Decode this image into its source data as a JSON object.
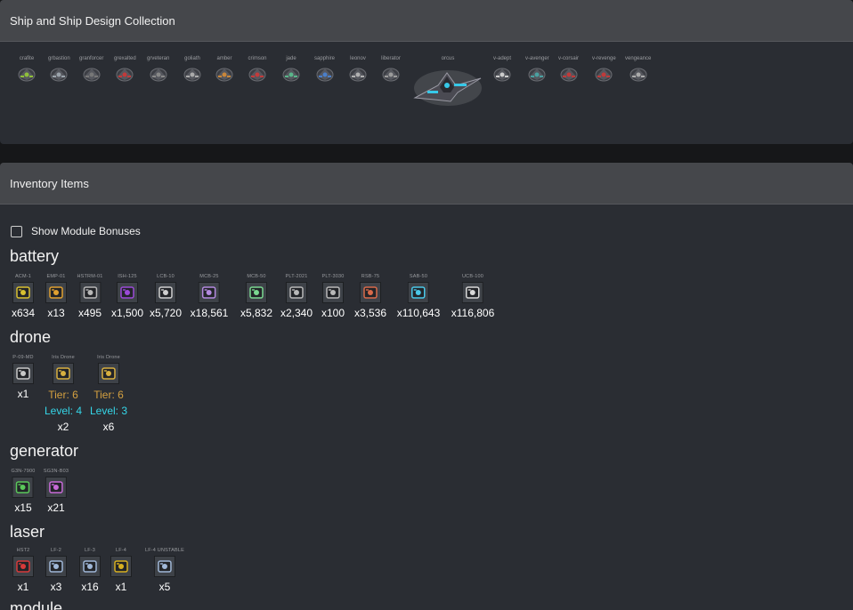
{
  "ships_panel": {
    "title": "Ship and Ship Design Collection",
    "ships": [
      {
        "label": "crafite",
        "color": "#8fbf3a"
      },
      {
        "label": "grbastion",
        "color": "#9aa2aa"
      },
      {
        "label": "granforcer",
        "color": "#777777"
      },
      {
        "label": "grexalted",
        "color": "#c03a3a"
      },
      {
        "label": "grveteran",
        "color": "#888888"
      },
      {
        "label": "goliath",
        "color": "#aaaaaa"
      },
      {
        "label": "amber",
        "color": "#c8863a"
      },
      {
        "label": "crimson",
        "color": "#c23b3b"
      },
      {
        "label": "jade",
        "color": "#5ab58a"
      },
      {
        "label": "sapphire",
        "color": "#4a7ec8"
      },
      {
        "label": "leonov",
        "color": "#b0b0b0"
      },
      {
        "label": "liberator",
        "color": "#9a9a9a"
      },
      {
        "label": "orcus",
        "color": "#36c8e8"
      },
      {
        "label": "v-adept",
        "color": "#cccccc"
      },
      {
        "label": "v-avenger",
        "color": "#4aa0a0"
      },
      {
        "label": "v-corsair",
        "color": "#c03a3a"
      },
      {
        "label": "v-revenge",
        "color": "#c03a3a"
      },
      {
        "label": "vengeance",
        "color": "#aaaaaa"
      }
    ]
  },
  "inventory": {
    "title": "Inventory Items",
    "show_bonuses_label": "Show Module Bonuses",
    "categories": {
      "battery": {
        "name": "battery",
        "items": [
          {
            "label": "ACM-1",
            "count": "x634",
            "color": "#d8c030"
          },
          {
            "label": "EMP-01",
            "count": "x13",
            "color": "#e0a030"
          },
          {
            "label": "HSTRM-01",
            "count": "x495",
            "color": "#b8b8b8"
          },
          {
            "label": "ISH-125",
            "count": "x1,500",
            "color": "#9b4ad8"
          },
          {
            "label": "LCB-10",
            "count": "x5,720",
            "color": "#cfcfcf"
          },
          {
            "label": "MCB-25",
            "count": "x18,561",
            "color": "#b48ae0"
          },
          {
            "label": "MCB-50",
            "count": "x5,832",
            "color": "#7ad890"
          },
          {
            "label": "PLT-2021",
            "count": "x2,340",
            "color": "#b8b8b8"
          },
          {
            "label": "PLT-3030",
            "count": "x100",
            "color": "#b8b8b8"
          },
          {
            "label": "RSB-75",
            "count": "x3,536",
            "color": "#d86a4a"
          },
          {
            "label": "SAB-50",
            "count": "x110,643",
            "color": "#4ac8e8"
          },
          {
            "label": "UCB-100",
            "count": "x116,806",
            "color": "#d8d8d8"
          }
        ]
      },
      "drone": {
        "name": "drone",
        "items": [
          {
            "label": "P-09-MD",
            "count": "x1",
            "tier": "",
            "level": "",
            "color": "#c8c8c8"
          },
          {
            "label": "Iris Drone",
            "count": "x2",
            "tier": "Tier: 6",
            "level": "Level: 4",
            "color": "#d8b040"
          },
          {
            "label": "Iris Drone",
            "count": "x6",
            "tier": "Tier: 6",
            "level": "Level: 3",
            "color": "#d8b040"
          }
        ]
      },
      "generator": {
        "name": "generator",
        "items": [
          {
            "label": "G3N-7900",
            "count": "x15",
            "color": "#5ac85a"
          },
          {
            "label": "SG3N-B03",
            "count": "x21",
            "color": "#c86ad8"
          }
        ]
      },
      "laser": {
        "name": "laser",
        "items": [
          {
            "label": "HST2",
            "count": "x1",
            "color": "#d83a3a"
          },
          {
            "label": "LF-2",
            "count": "x3",
            "color": "#a0b8d8"
          },
          {
            "label": "LF-3",
            "count": "x16",
            "color": "#a0b8d8"
          },
          {
            "label": "LF-4",
            "count": "x1",
            "color": "#d8b020"
          },
          {
            "label": "LF-4 UNSTABLE",
            "count": "x5",
            "color": "#a0b8d8"
          }
        ]
      },
      "module": {
        "name": "module"
      }
    }
  }
}
